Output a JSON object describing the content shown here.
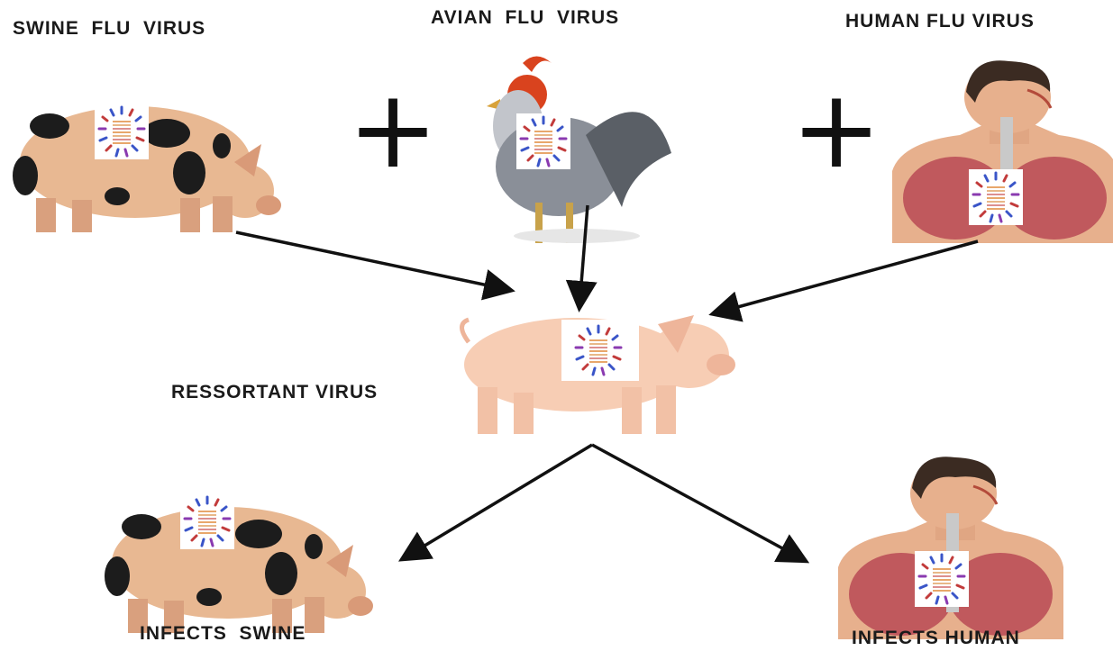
{
  "labels": {
    "swine": "SWINE  FLU  VIRUS",
    "avian": "AVIAN  FLU  VIRUS",
    "human": "HUMAN FLU VIRUS",
    "reassortant": "RESSORTANT VIRUS",
    "infects_swine": "INFECTS  SWINE",
    "infects_human": "INFECTS HUMAN"
  },
  "operators": [
    "+",
    "+"
  ],
  "colors": {
    "pig_spotted": "#e8b892",
    "pig_spots": "#1c1c1c",
    "pig_pink": "#f7cdb4",
    "rooster_body": "#8a8f98",
    "rooster_comb": "#d9431e",
    "skin": "#e7b08d",
    "hair": "#3b2b22",
    "lungs": "#b84a55",
    "arrow": "#111111"
  },
  "icons": [
    "pig-icon",
    "rooster-icon",
    "human-torso-icon",
    "virus-icon"
  ]
}
